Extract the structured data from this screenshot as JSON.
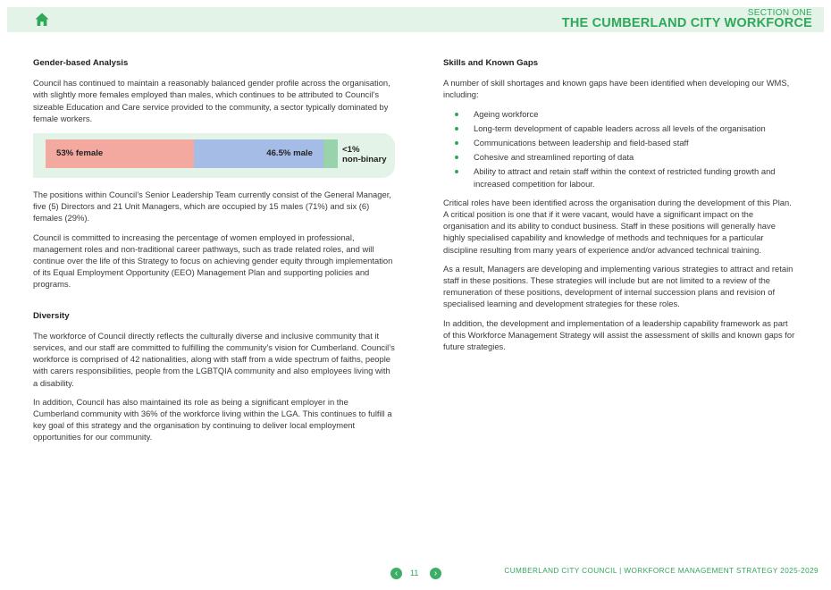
{
  "header": {
    "section_label": "SECTION ONE",
    "section_title": "THE CUMBERLAND CITY WORKFORCE",
    "home_icon": "home-icon",
    "accent_color": "#2fa85a",
    "band_color": "#e3f3e7"
  },
  "left": {
    "gender_heading": "Gender-based Analysis",
    "gender_p1": "Council has continued to maintain a reasonably balanced gender profile across the organisation, with slightly more females employed than males, which continues to be attributed to Council’s sizeable Education and Care service provided to the community, a sector typically dominated by female workers.",
    "gender_bar": {
      "female": {
        "label": "53% female",
        "percent": 53,
        "color": "#f3a8a0"
      },
      "male": {
        "label": "46.5% male",
        "percent": 46.5,
        "color": "#a5bde6"
      },
      "nonbinary": {
        "label_line1": "<1%",
        "label_line2": "non-binary",
        "color": "#98d3ab"
      }
    },
    "gender_p2": "The positions within Council’s Senior Leadership Team currently consist of the General Manager, five (5) Directors and 21 Unit Managers, which are occupied by 15 males (71%) and six (6) females (29%).",
    "gender_p3": "Council is committed to increasing the percentage of women employed in professional, management roles and non-traditional career pathways, such as trade related roles, and will continue over the life of this Strategy to focus on achieving gender equity through implementation of its Equal Employment Opportunity (EEO) Management Plan and supporting policies and programs.",
    "diversity_heading": "Diversity",
    "diversity_p1": "The workforce of Council directly reflects the culturally diverse and inclusive community that it services, and our staff are committed to fulfilling the community’s vision for Cumberland. Council’s workforce is comprised of 42 nationalities, along with staff from a wide spectrum of faiths, people with carers responsibilities, people from the LGBTQIA community and also employees living with a disability.",
    "diversity_p2": "In addition, Council has also maintained its role as being a significant employer in the Cumberland community with 36% of the workforce living within the LGA. This continues to fulfill a key goal of this strategy and the organisation by continuing to deliver local employment opportunities for our community."
  },
  "right": {
    "skills_heading": "Skills and Known Gaps",
    "skills_intro": "A number of skill shortages and known gaps have been identified when developing our WMS, including:",
    "skills_items": [
      "Ageing workforce",
      "Long-term development of capable leaders across all levels of the organisation",
      "Communications between leadership and field-based staff",
      "Cohesive and streamlined reporting of data",
      "Ability to attract and retain staff within the context of restricted funding growth and increased competition for labour."
    ],
    "skills_p1": "Critical roles have been identified across the organisation during the development of this Plan. A critical position is one that if it were vacant, would have a significant impact on the organisation and its ability to conduct business. Staff in these positions will generally have highly specialised capability and knowledge of methods and techniques for a particular discipline resulting from many years of experience and/or advanced technical training.",
    "skills_p2": "As a result, Managers are developing and implementing various strategies to attract and retain staff in these positions. These strategies will include but are not limited to a review of the remuneration of these positions, development of internal succession plans and revision of specialised learning and development strategies for these roles.",
    "skills_p3": "In addition, the development and implementation of a leadership capability framework as part of this Workforce Management Strategy will assist the assessment of skills and known gaps for future strategies."
  },
  "footer": {
    "page_number": "11",
    "prev_icon": "chevron-left-icon",
    "next_icon": "chevron-right-icon",
    "prev_glyph": "‹",
    "next_glyph": "›",
    "org_text": "CUMBERLAND CITY COUNCIL | WORKFORCE MANAGEMENT STRATEGY 2025-2029"
  }
}
